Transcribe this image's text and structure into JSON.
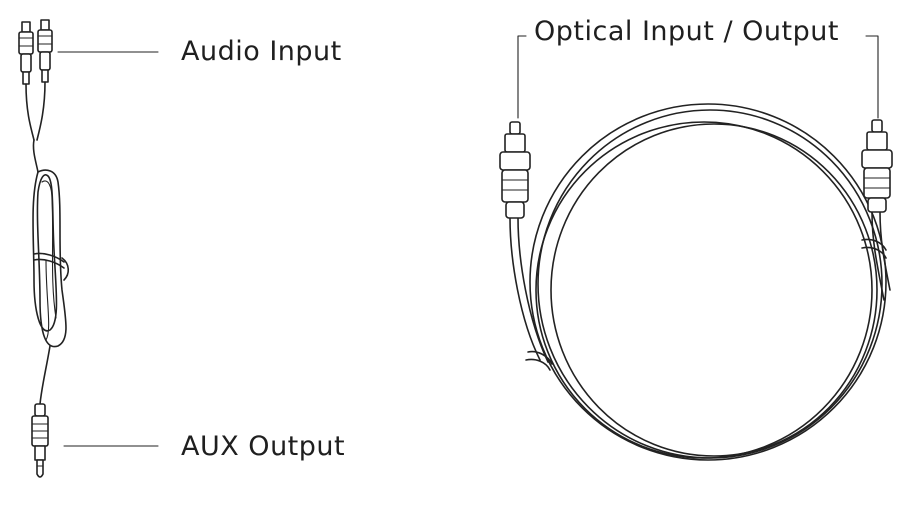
{
  "labels": {
    "audio_input": "Audio Input",
    "aux_output": "AUX Output",
    "optical": "Optical Input / Output"
  },
  "colors": {
    "line": "#222222",
    "text": "#1f1f1f",
    "background": "#ffffff"
  },
  "icons": [
    "rca-plug-icon",
    "aux-plug-icon",
    "optical-plug-icon",
    "cable-coil-icon"
  ]
}
